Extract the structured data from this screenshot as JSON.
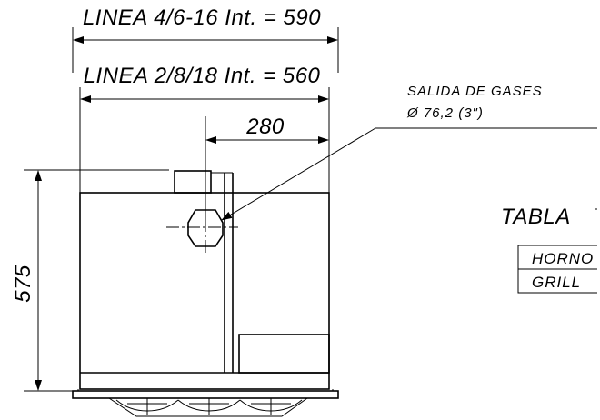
{
  "dimensions": {
    "width_line_a": "LINEA 4/6-16 Int. = 590",
    "width_line_b": "LINEA 2/8/18 Int. = 560",
    "offset": "280",
    "height": "575"
  },
  "annotations": {
    "exhaust_label": "SALIDA DE GASES",
    "exhaust_diameter": "Ø 76,2 (3\")"
  },
  "table": {
    "title": "TABLA",
    "rows": [
      "HORNO",
      "GRILL"
    ]
  }
}
